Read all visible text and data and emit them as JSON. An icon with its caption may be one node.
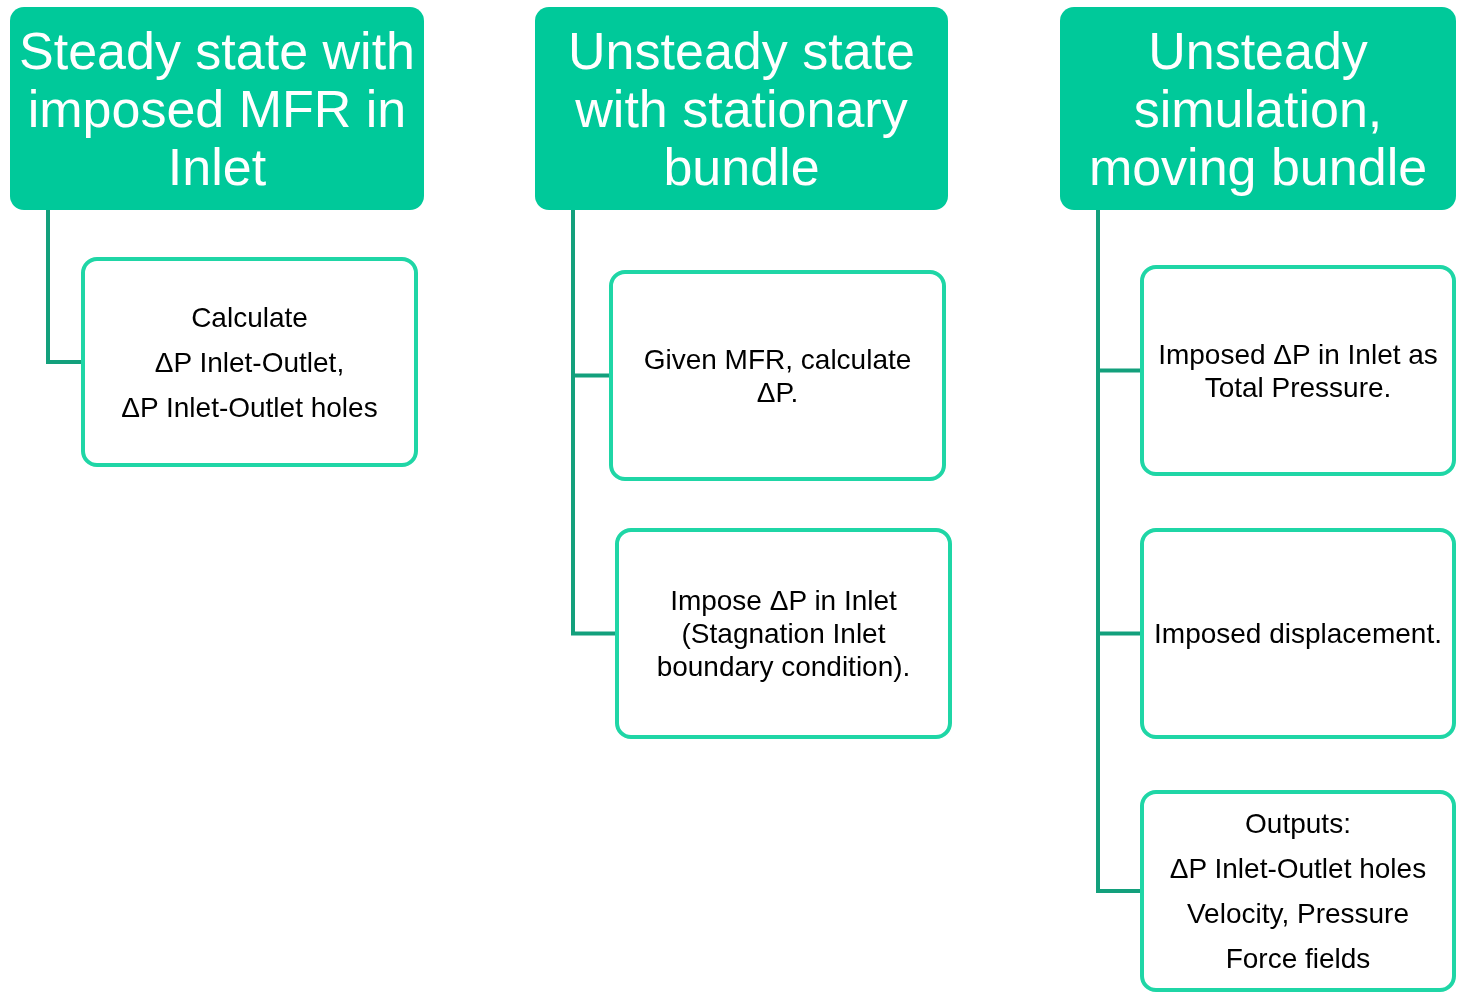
{
  "diagram": {
    "nodes": [
      {
        "text": [
          "Steady state with imposed MFR in Inlet"
        ]
      },
      {
        "text": [
          "Calculate",
          "ΔP Inlet-Outlet,",
          "ΔP Inlet-Outlet holes"
        ]
      },
      {
        "text": [
          "Unsteady state with  stationary bundle"
        ]
      },
      {
        "text": [
          "Given MFR, calculate ΔP."
        ]
      },
      {
        "text": [
          "Impose ΔP in Inlet (Stagnation Inlet boundary condition)."
        ]
      },
      {
        "text": [
          "Unsteady simulation, moving bundle"
        ]
      },
      {
        "text": [
          "Imposed ΔP in Inlet as Total Pressure."
        ]
      },
      {
        "text": [
          "Imposed displacement."
        ]
      },
      {
        "text": [
          "Outputs:",
          "ΔP Inlet-Outlet holes",
          "Velocity, Pressure",
          "Force fields"
        ]
      }
    ],
    "edges": [
      {
        "from": 0,
        "to": 1,
        "arrow": "none"
      },
      {
        "from": 2,
        "to": 3,
        "arrow": "none"
      },
      {
        "from": 2,
        "to": 4,
        "arrow": "none"
      },
      {
        "from": 5,
        "to": 6,
        "arrow": "none"
      },
      {
        "from": 5,
        "to": 7,
        "arrow": "none"
      },
      {
        "from": 5,
        "to": 8,
        "arrow": "none"
      }
    ]
  }
}
